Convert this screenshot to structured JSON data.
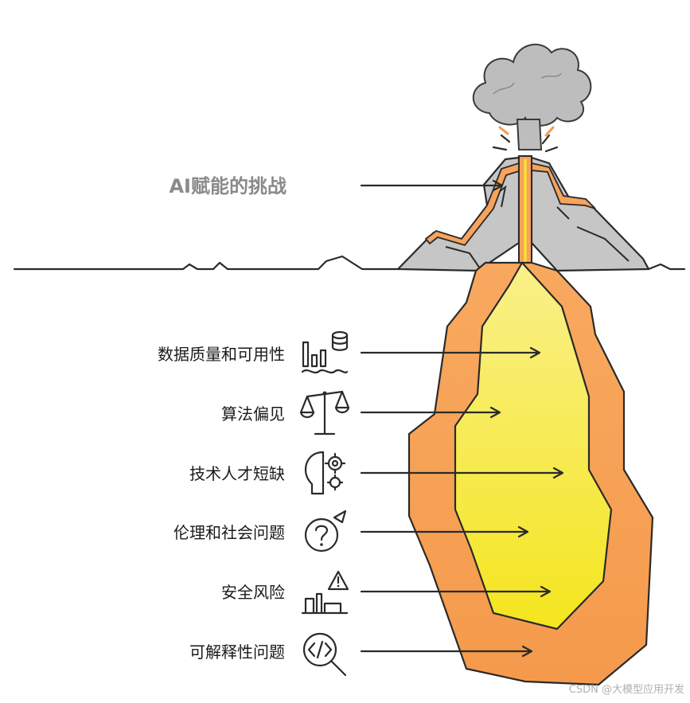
{
  "title": "AI赋能的挑战",
  "challenges": [
    {
      "label": "数据质量和可用性",
      "icon": "data-bars-database-icon"
    },
    {
      "label": "算法偏见",
      "icon": "balance-scale-icon"
    },
    {
      "label": "技术人才短缺",
      "icon": "head-gears-icon"
    },
    {
      "label": "伦理和社会问题",
      "icon": "question-circle-icon"
    },
    {
      "label": "安全风险",
      "icon": "warning-factory-icon"
    },
    {
      "label": "可解释性问题",
      "icon": "code-magnifier-icon"
    }
  ],
  "watermark": "CSDN @大模型应用开发",
  "colors": {
    "title": "#8a8a8a",
    "smoke": "#bdbdbd",
    "mountain": "#c4c4c4",
    "lava_outer": "#f7a35c",
    "lava_core": "#f7ea2a",
    "outline": "#2a2a2a"
  }
}
